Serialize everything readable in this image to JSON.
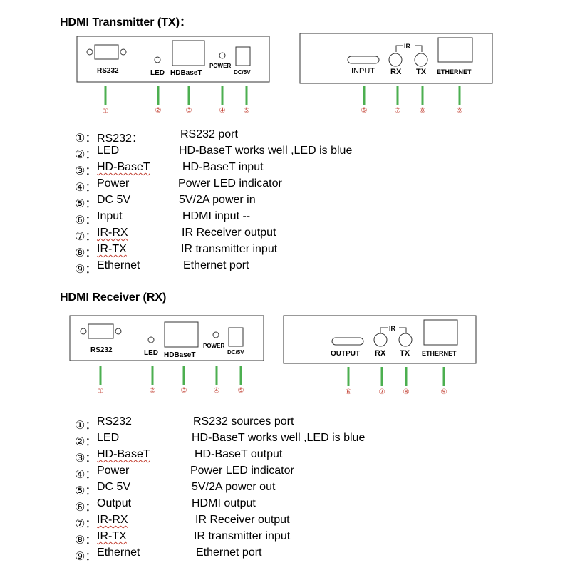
{
  "tx": {
    "title": "HDMI Transmitter (TX)：",
    "labels": {
      "rs232": "RS232",
      "led": "LED",
      "hdbaset": "HDBaseT",
      "power": "POWER",
      "dc": "DC/5V",
      "port": "INPUT",
      "ir": "IR",
      "rx": "RX",
      "tx": "TX",
      "ethernet": "ETHERNET"
    },
    "callouts": [
      "①",
      "②",
      "③",
      "④",
      "⑤",
      "⑥",
      "⑦",
      "⑧",
      "⑨"
    ],
    "legend": [
      {
        "num": "①：",
        "name": "RS232：",
        "desc": "RS232 port"
      },
      {
        "num": "②：",
        "name": "LED",
        "desc": "HD-BaseT works well ,LED is blue"
      },
      {
        "num": "③：",
        "name": "HD-BaseT",
        "desc": "HD-BaseT input"
      },
      {
        "num": "④：",
        "name": "Power",
        "desc": "Power LED indicator"
      },
      {
        "num": "⑤：",
        "name": "DC 5V",
        "desc": "5V/2A power in"
      },
      {
        "num": "⑥：",
        "name": "Input",
        "desc": "HDMI input --"
      },
      {
        "num": "⑦：",
        "name": "IR-RX",
        "desc": "IR Receiver output"
      },
      {
        "num": "⑧：",
        "name": "IR-TX",
        "desc": "IR transmitter input"
      },
      {
        "num": "⑨：",
        "name": "Ethernet",
        "desc": "Ethernet port"
      }
    ]
  },
  "rx": {
    "title": "HDMI Receiver (RX)",
    "labels": {
      "rs232": "RS232",
      "led": "LED",
      "hdbaset": "HDBaseT",
      "power": "POWER",
      "dc": "DC/5V",
      "port": "OUTPUT",
      "ir": "IR",
      "rx": "RX",
      "tx": "TX",
      "ethernet": "ETHERNET"
    },
    "callouts": [
      "①",
      "②",
      "③",
      "④",
      "⑤",
      "⑥",
      "⑦",
      "⑧",
      "⑨"
    ],
    "legend": [
      {
        "num": "①：",
        "name": "RS232",
        "desc": "RS232 sources port"
      },
      {
        "num": "②：",
        "name": "LED",
        "desc": "HD-BaseT works well ,LED is blue"
      },
      {
        "num": "③：",
        "name": "HD-BaseT",
        "desc": "HD-BaseT output"
      },
      {
        "num": "④：",
        "name": "Power",
        "desc": "Power LED indicator"
      },
      {
        "num": "⑤：",
        "name": "DC 5V",
        "desc": "5V/2A power out"
      },
      {
        "num": "⑥：",
        "name": "Output",
        "desc": "HDMI output"
      },
      {
        "num": "⑦：",
        "name": "IR-RX",
        "desc": "IR Receiver output"
      },
      {
        "num": "⑧：",
        "name": "IR-TX",
        "desc": "IR transmitter input"
      },
      {
        "num": "⑨：",
        "name": "Ethernet",
        "desc": "Ethernet port"
      }
    ]
  },
  "colors": {
    "leader_line": "#4caf50",
    "callout_circle": "#c0392b",
    "panel_border": "#333333"
  }
}
